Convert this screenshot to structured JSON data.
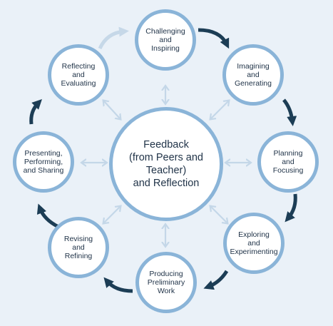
{
  "center": {
    "label": "Feedback\n(from Peers and Teacher)\nand Reflection"
  },
  "stages": [
    {
      "label": "Challenging\nand\nInspiring"
    },
    {
      "label": "Imagining\nand\nGenerating"
    },
    {
      "label": "Planning\nand\nFocusing"
    },
    {
      "label": "Exploring\nand\nExperimenting"
    },
    {
      "label": "Producing\nPreliminary\nWork"
    },
    {
      "label": "Revising\nand\nRefining"
    },
    {
      "label": "Presenting,\nPerforming,\nand Sharing"
    },
    {
      "label": "Reflecting\nand\nEvaluating"
    }
  ],
  "colors": {
    "background": "#eaf1f8",
    "circle_border": "#8ab4d8",
    "cycle_arrow": "#1c3d55",
    "return_arrow": "#c6d8e8",
    "feedback_arrow": "#c4d7e8",
    "text": "#1f3247"
  }
}
